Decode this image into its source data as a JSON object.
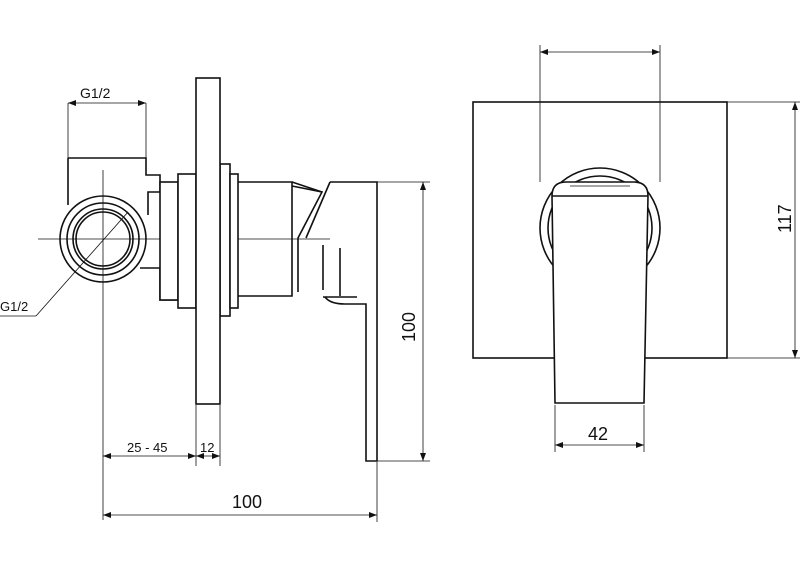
{
  "side_view": {
    "thread_top_label": "G1/2",
    "thread_left_label": "G1/2",
    "dim_adjust_label": "25 - 45",
    "dim_plate_label": "12",
    "dim_total_width_label": "100",
    "dim_height_label": "100"
  },
  "front_view": {
    "dim_height_label": "117",
    "dim_handle_width_label": "42"
  }
}
